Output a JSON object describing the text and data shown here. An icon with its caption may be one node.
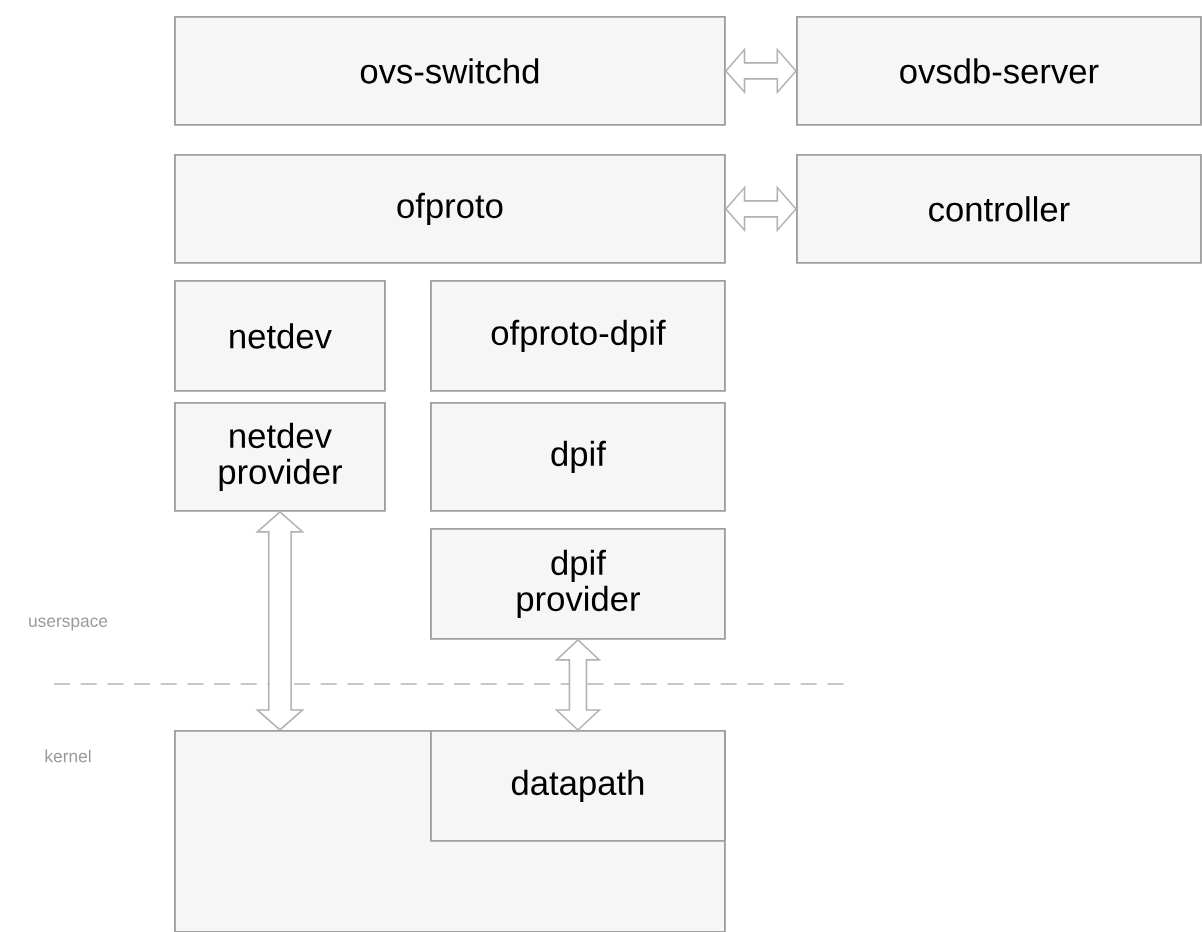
{
  "diagram": {
    "nodes": [
      {
        "text": [
          "ovs-switchd"
        ]
      },
      {
        "text": [
          "ovsdb-server"
        ]
      },
      {
        "text": [
          "ofproto"
        ]
      },
      {
        "text": [
          "controller"
        ]
      },
      {
        "text": [
          "netdev"
        ]
      },
      {
        "text": [
          "ofproto-dpif"
        ]
      },
      {
        "text": [
          "netdev provider"
        ]
      },
      {
        "text": [
          "dpif"
        ]
      },
      {
        "text": [
          "dpif provider"
        ]
      },
      {
        "text": [],
        "shape": "box"
      },
      {
        "text": [
          "datapath"
        ],
        "in": 9
      }
    ],
    "edges": [
      {
        "from": 0,
        "to": 1,
        "arrow": "both"
      },
      {
        "from": 2,
        "to": 3,
        "arrow": "both"
      },
      {
        "from": 6,
        "to": 9,
        "arrow": "both"
      },
      {
        "from": 8,
        "to": 10,
        "arrow": "both"
      }
    ],
    "labels": [
      "userspace",
      "kernel"
    ]
  }
}
